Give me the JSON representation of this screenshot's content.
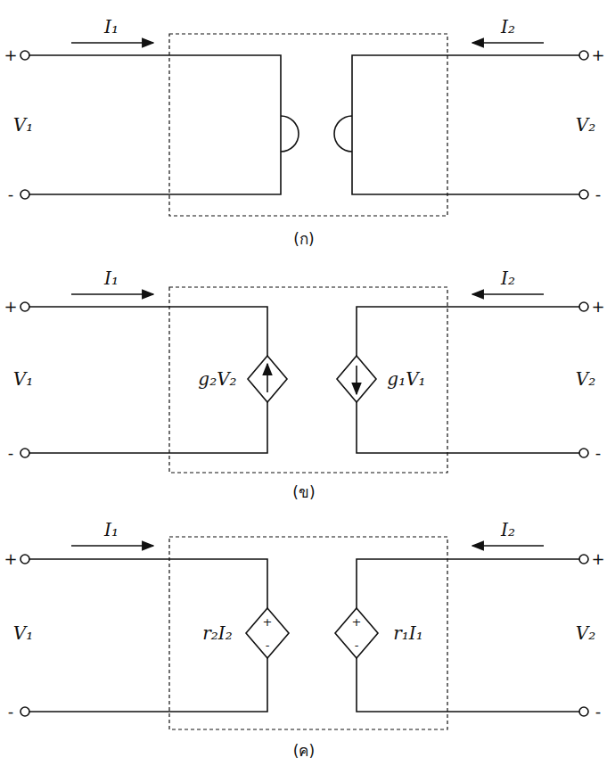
{
  "diagram": {
    "labels": [
      "I₁",
      "I₂",
      "+",
      "+",
      "V₁",
      "V₂",
      "-",
      "-",
      "(ก)",
      "I₁",
      "I₂",
      "+",
      "+",
      "V₁",
      "g₂V₂",
      "g₁V₁",
      "V₂",
      "-",
      "-",
      "(ข)",
      "I₁",
      "I₂",
      "+",
      "+",
      "V₁",
      "r₂I₂",
      "+",
      "-",
      "+",
      "-",
      "r₁I₁",
      "V₂",
      "-",
      "-",
      "(ค)"
    ]
  }
}
